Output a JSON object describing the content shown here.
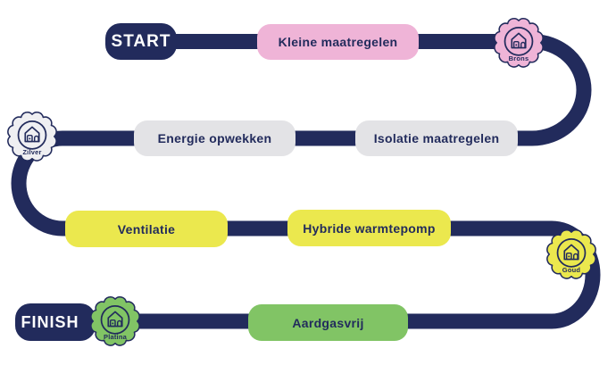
{
  "colors": {
    "navy": "#222b5c",
    "pink": "#efb4d7",
    "gray": "#e3e3e6",
    "silver": "#efeff2",
    "yellow": "#ebe84e",
    "green": "#81c465",
    "white": "#ffffff"
  },
  "route": {
    "start_label": "START",
    "finish_label": "FINISH"
  },
  "steps": [
    {
      "id": "kleine-maatregelen",
      "label": "Kleine maatregelen"
    },
    {
      "id": "energie-opwekken",
      "label": "Energie opwekken"
    },
    {
      "id": "isolatie-maatregelen",
      "label": "Isolatie maatregelen"
    },
    {
      "id": "ventilatie",
      "label": "Ventilatie"
    },
    {
      "id": "hybride-warmtepomp",
      "label": "Hybride warmtepomp"
    },
    {
      "id": "aardgasvrij",
      "label": "Aardgasvrij"
    }
  ],
  "badges": [
    {
      "id": "brons",
      "label": "Brons"
    },
    {
      "id": "zilver",
      "label": "Zilver"
    },
    {
      "id": "goud",
      "label": "Goud"
    },
    {
      "id": "platina",
      "label": "Platina"
    }
  ],
  "icons": {
    "seal": "seal-rosette-icon",
    "house": "smart-home-icon"
  }
}
